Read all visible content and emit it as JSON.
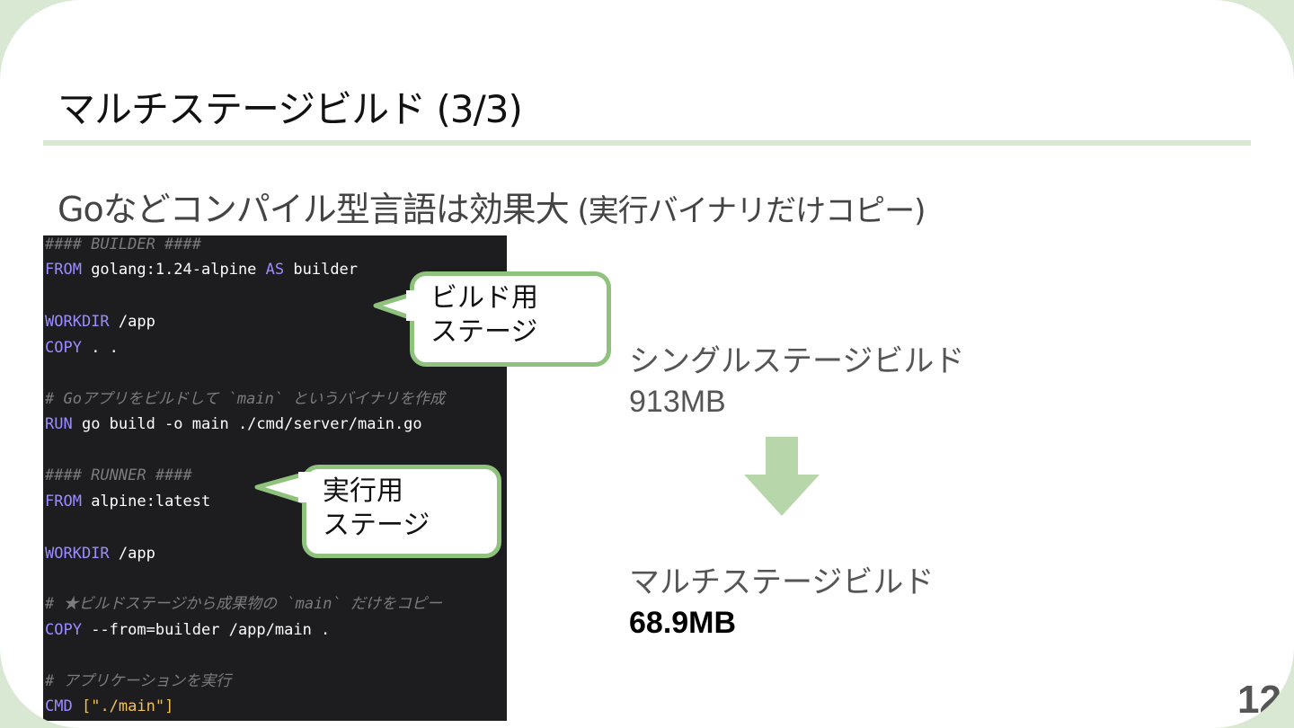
{
  "slide": {
    "title": "マルチステージビルド (3/3)",
    "subtitle_main": "Goなどコンパイル型言語は効果大",
    "subtitle_paren": " (実行バイナリだけコピー)",
    "page_number": "12"
  },
  "code": {
    "lines": [
      "#### BUILDER ####",
      "FROM golang:1.24-alpine AS builder",
      "",
      "WORKDIR /app",
      "COPY . .",
      "",
      "# Goアプリをビルドして `main` というバイナリを作成",
      "RUN go build -o main ./cmd/server/main.go",
      "",
      "#### RUNNER ####",
      "FROM alpine:latest",
      "",
      "WORKDIR /app",
      "",
      "# ★ビルドステージから成果物の `main` だけをコピー",
      "COPY --from=builder /app/main .",
      "",
      "# アプリケーションを実行",
      "CMD [\"./main\"]"
    ]
  },
  "callouts": {
    "build_stage": [
      "ビルド用",
      "ステージ"
    ],
    "run_stage": [
      "実行用",
      "ステージ"
    ]
  },
  "comparison": {
    "single_label": "シングルステージビルド",
    "single_size": "913MB",
    "multi_label": "マルチステージビルド",
    "multi_size": "68.9MB",
    "arrow_color": "#b7d6aa"
  },
  "colors": {
    "accent_green": "#8fc27d",
    "background_green": "#d9e8d2",
    "code_background": "#1d1d1f",
    "keyword": "#9b8cff",
    "string": "#f1c15a"
  }
}
